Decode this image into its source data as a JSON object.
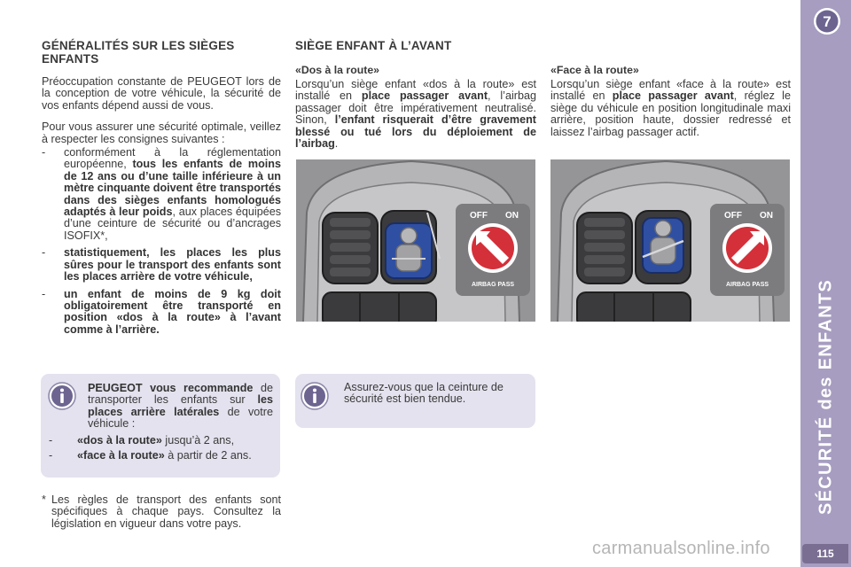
{
  "colors": {
    "sidebar": "#a79dc0",
    "info_box": "#e3e2ee",
    "text": "#3a3a3a",
    "arrow_red": "#d4303a"
  },
  "section1": {
    "title": "GÉNÉRALITÉS SUR LES SIÈGES ENFANTS",
    "p1": "Préoccupation constante de PEUGEOT lors de la conception de votre véhicule, la sécurité de vos enfants dépend aussi de vous.",
    "p2": "Pour vous assurer une sécurité optimale, veillez à respecter les consignes suivantes :",
    "dash": "-",
    "b1_pre": "conformément à la réglementation européenne, ",
    "b1_bold": "tous les enfants de moins de 12 ans ou d’une taille inférieure à un mètre cinquante doivent être transportés dans des sièges enfants homologués adaptés à leur poids",
    "b1_post": ", aux places équipées d’une ceinture de sécurité ou d’ancrages ISOFIX*,",
    "b2_bold": "statistiquement, les places les plus sûres pour le transport des enfants sont les places arrière de votre véhicule,",
    "b3_bold": "un enfant de moins de 9 kg doit obligatoirement être transporté en position «dos à la route» à l’avant comme à l’arrière."
  },
  "info1": {
    "icon": "info-icon",
    "bold1": "PEUGEOT vous recommande",
    "text1": " de transporter les enfants sur ",
    "bold2": "les places arrière latérales",
    "text2": " de votre véhicule :",
    "i1_bold": "«dos à la route»",
    "i1_text": " jusqu’à 2 ans,",
    "i2_bold": "«face à la route»",
    "i2_text": " à partir de 2 ans."
  },
  "footnote": {
    "star": "*",
    "text": "Les règles de transport des enfants sont spécifiques à chaque pays. Consultez la législation en vigueur dans votre pays."
  },
  "section2": {
    "title": "SIÈGE ENFANT À L’AVANT",
    "rear_facing": {
      "heading": "«Dos à la route»",
      "t1": "Lorsqu’un siège enfant «dos à la route» est installé en ",
      "b1": "place passager avant",
      "t2": ", l’airbag passager doit être impérativement neutralisé. Sinon, ",
      "b2": "l’enfant risquerait d’être gravement blessé ou tué lors du déploiement de l’airbag",
      "t3": "."
    },
    "forward_facing": {
      "heading": "«Face à la route»",
      "t1": "Lorsqu’un siège enfant «face à la route» est installé en ",
      "b1": "place passager avant",
      "t2": ", réglez le siège du véhicule en position longitudinale maxi arrière, position haute, dossier redressé et laissez l’airbag passager actif."
    },
    "switch": {
      "off": "OFF",
      "on": "ON",
      "label": "AIRBAG PASS"
    }
  },
  "info2": {
    "icon": "info-icon",
    "text": "Assurez-vous que la ceinture de sécurité est bien tendue."
  },
  "sidebar": {
    "chapter_number": "7",
    "title": "SÉCURITÉ des ENFANTS",
    "page_number": "115"
  },
  "watermark": "carmanualsonline.info"
}
